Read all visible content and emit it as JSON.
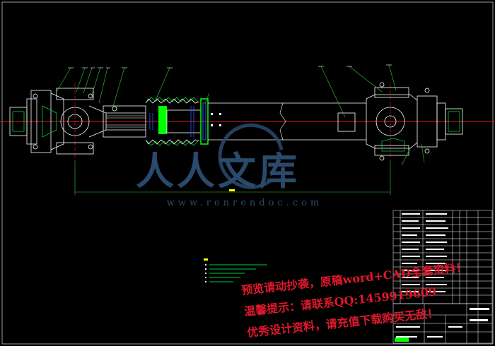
{
  "watermark": {
    "site": "www.renrendoc.com",
    "brand": "人人文库"
  },
  "promo": {
    "line1": "预览请动抄袭，原稿word+CAD全套资料！",
    "line2": "温馨提示：请联系QQ:1459919609",
    "line3": "优秀设计资料，请充值下载购买无敌！"
  },
  "colors": {
    "background": "#000000",
    "outline": "#ffffff",
    "centerline": "#e31d1d",
    "leader": "#33cc33",
    "part": "#00cc33",
    "highlight": "#00ff00",
    "blue": "#3355ff",
    "dimension": "#ffff00",
    "promo_text": "#e0182b",
    "watermark": "#294a6c"
  }
}
